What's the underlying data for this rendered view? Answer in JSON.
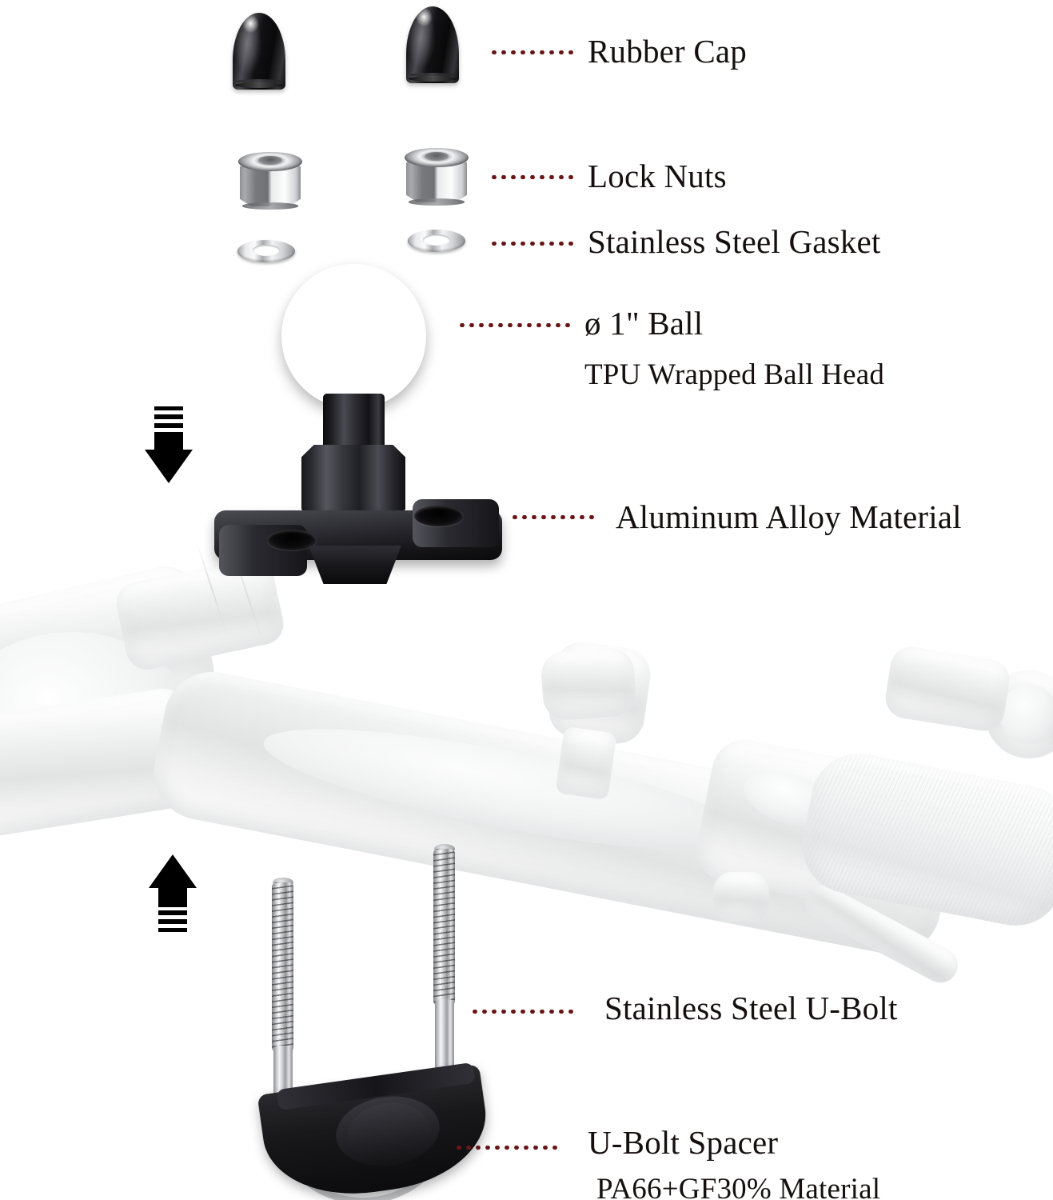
{
  "diagram": {
    "title": "Motorcycle Handlebar Ball Mount Exploded Parts Diagram",
    "background_color": "#ffffff",
    "leader_color": "#6b1616",
    "text_color": "#15100f"
  },
  "labels": [
    {
      "id": "rubber-cap",
      "text": "Rubber Cap",
      "sub": ""
    },
    {
      "id": "lock-nuts",
      "text": "Lock Nuts",
      "sub": ""
    },
    {
      "id": "gasket",
      "text": "Stainless Steel Gasket",
      "sub": ""
    },
    {
      "id": "ball",
      "text": "ø 1\" Ball",
      "sub": "TPU Wrapped Ball Head"
    },
    {
      "id": "aluminum",
      "text": "Aluminum Alloy Material",
      "sub": ""
    },
    {
      "id": "u-bolt",
      "text": "Stainless Steel U-Bolt",
      "sub": ""
    },
    {
      "id": "u-bolt-spacer",
      "text": "U-Bolt Spacer",
      "sub": "PA66+GF30% Material"
    }
  ],
  "parts": {
    "rubber_cap": {
      "name": "rubber-cap",
      "count": 2,
      "material": "Rubber",
      "color": "#101012"
    },
    "lock_nut": {
      "name": "lock-nut",
      "count": 2,
      "material": "Stainless Steel",
      "color": "#b9bbbe"
    },
    "gasket": {
      "name": "gasket",
      "count": 2,
      "material": "Stainless Steel",
      "color": "#d2d4d7"
    },
    "ball_head": {
      "name": "ball-head",
      "count": 1,
      "material": "TPU Wrapped",
      "color": "#0c0c0e",
      "size": "ø 1\""
    },
    "base_plate": {
      "name": "base-plate",
      "count": 1,
      "material": "Aluminum Alloy",
      "color": "#17171b"
    },
    "u_bolt": {
      "name": "u-bolt",
      "count": 1,
      "material": "Stainless Steel",
      "color": "#b8babd"
    },
    "u_bolt_spacer": {
      "name": "u-bolt-spacer",
      "count": 1,
      "material": "PA66+GF30%",
      "color": "#18181b"
    },
    "handlebar": {
      "name": "handlebar",
      "count": 1,
      "material": "Ghosted Reference",
      "color": "#eceded"
    }
  },
  "arrows": [
    {
      "id": "assembly-arrow-down",
      "direction": "down",
      "meaning": "ball mount installs downward onto handlebar"
    },
    {
      "id": "assembly-arrow-up",
      "direction": "up",
      "meaning": "u-bolt installs upward around handlebar"
    }
  ]
}
